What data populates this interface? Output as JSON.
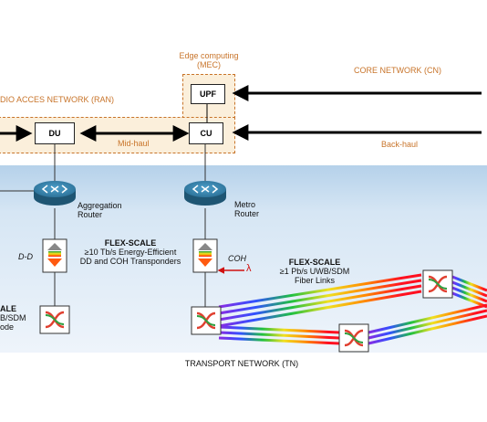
{
  "edge": {
    "title_line1": "Edge computing",
    "title_line2": "(MEC)"
  },
  "core_network": "CORE NETWORK (CN)",
  "ran_title": "DIO ACCES NETWORK (RAN)",
  "nodes": {
    "du": "DU",
    "cu": "CU",
    "upf": "UPF"
  },
  "links": {
    "midhaul": "Mid-haul",
    "backhaul": "Back-haul"
  },
  "routers": {
    "aggregation_line1": "Aggregation",
    "aggregation_line2": "Router",
    "metro_line1": "Metro",
    "metro_line2": "Router"
  },
  "transponders": {
    "dd_label": "D-D",
    "coh_label": "COH",
    "lambda_symbol": "λ",
    "title": "FLEX-SCALE",
    "line1": "≥10 Tb/s Energy-Efficient",
    "line2": "DD and COH Transponders"
  },
  "fiber": {
    "title": "FLEX-SCALE",
    "line1": "≥1 Pb/s UWB/SDM",
    "line2": "Fiber Links"
  },
  "node_left": {
    "title": "ALE",
    "line1": "B/SDM",
    "line2": "ode"
  },
  "transport_network": "TRANSPORT NETWORK (TN)",
  "colors": {
    "accent_orange": "#c8742a",
    "region_fill": "#fbefdb",
    "tn_top": "#b5d1ea",
    "router_blue": "#2b6f95"
  }
}
